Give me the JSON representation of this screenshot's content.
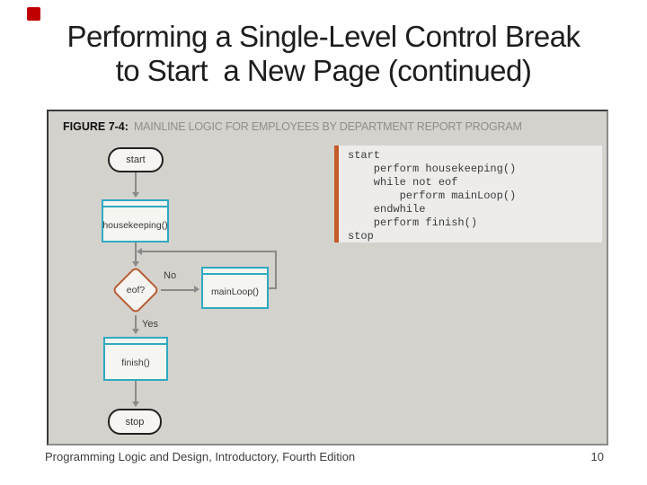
{
  "slide": {
    "title_line1": "Performing a Single-Level Control Break",
    "title_line2": "to Start  a New Page (continued)",
    "footer_text": "Programming Logic and Design, Introductory, Fourth Edition",
    "page_number": "10"
  },
  "figure": {
    "label": "FIGURE 7-4:",
    "caption": "MAINLINE LOGIC FOR EMPLOYEES BY DEPARTMENT REPORT PROGRAM",
    "flowchart": {
      "start_label": "start",
      "housekeeping_label": "housekeeping()",
      "eof_label": "eof?",
      "no_label": "No",
      "yes_label": "Yes",
      "mainloop_label": "mainLoop()",
      "finish_label": "finish()",
      "stop_label": "stop"
    },
    "pseudocode": {
      "lines": [
        "start",
        "    perform housekeeping()",
        "    while not eof",
        "        perform mainLoop()",
        "    endwhile",
        "    perform finish()",
        "stop"
      ]
    },
    "colors": {
      "accent_red": "#c00000",
      "panel_background": "#d4d2cd",
      "accent_orange": "#c45b28",
      "flowchart_cyan": "#2fa9c1",
      "diamond_orange": "#b65c33",
      "connector_gray": "#8a8a8a"
    }
  }
}
